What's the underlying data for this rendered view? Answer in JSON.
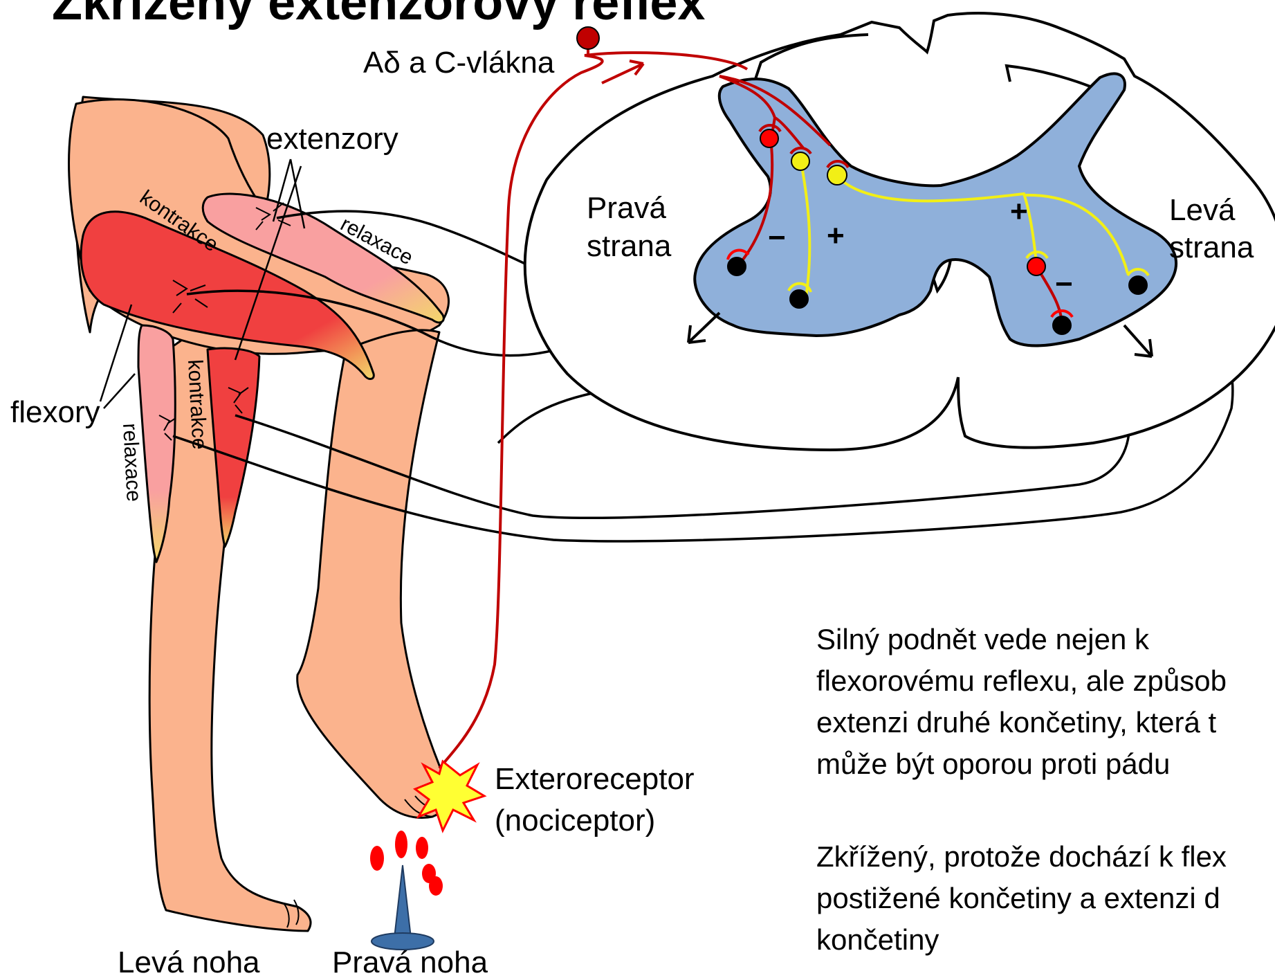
{
  "title": "Zkřížený extenzorový reflex",
  "labels": {
    "fiber": "Aδ a C-vlákna",
    "extensors": "extenzory",
    "flexors": "flexory",
    "right_side": [
      "Pravá",
      "strana"
    ],
    "left_side": [
      "Levá",
      "strana"
    ],
    "receptor": [
      "Exteroreceptor",
      "(nociceptor)"
    ],
    "left_leg": "Levá noha",
    "right_leg": "Pravá noha",
    "thigh_flexor_state": "kontrakce",
    "thigh_extensor_state": "relaxace",
    "shin_front_state": "relaxace",
    "shin_back_state": "kontrakce",
    "minus": "−",
    "plus": "+"
  },
  "description": {
    "paragraph1": [
      "Silný podnět vede nejen k",
      "flexorovému reflexu, ale způsob",
      "extenzi druhé končetiny, která t",
      "může být oporou proti pádu"
    ],
    "paragraph2": [
      "Zkřížený, protože dochází k flex",
      "postižené končetiny a extenzi d",
      "končetiny"
    ]
  },
  "colors": {
    "skin": "#fbb38d",
    "muscle_contract": "#f04040",
    "muscle_relax": "#f9a0a0",
    "tendon": "#f3d86a",
    "grey_matter": "#8fb0da",
    "sensory_fiber": "#c00000",
    "inhibitory_neuron": "#ff0000",
    "excitatory_neuron": "#f2ef16",
    "motor_neuron": "#000000",
    "pin": "#3d6fa8"
  }
}
